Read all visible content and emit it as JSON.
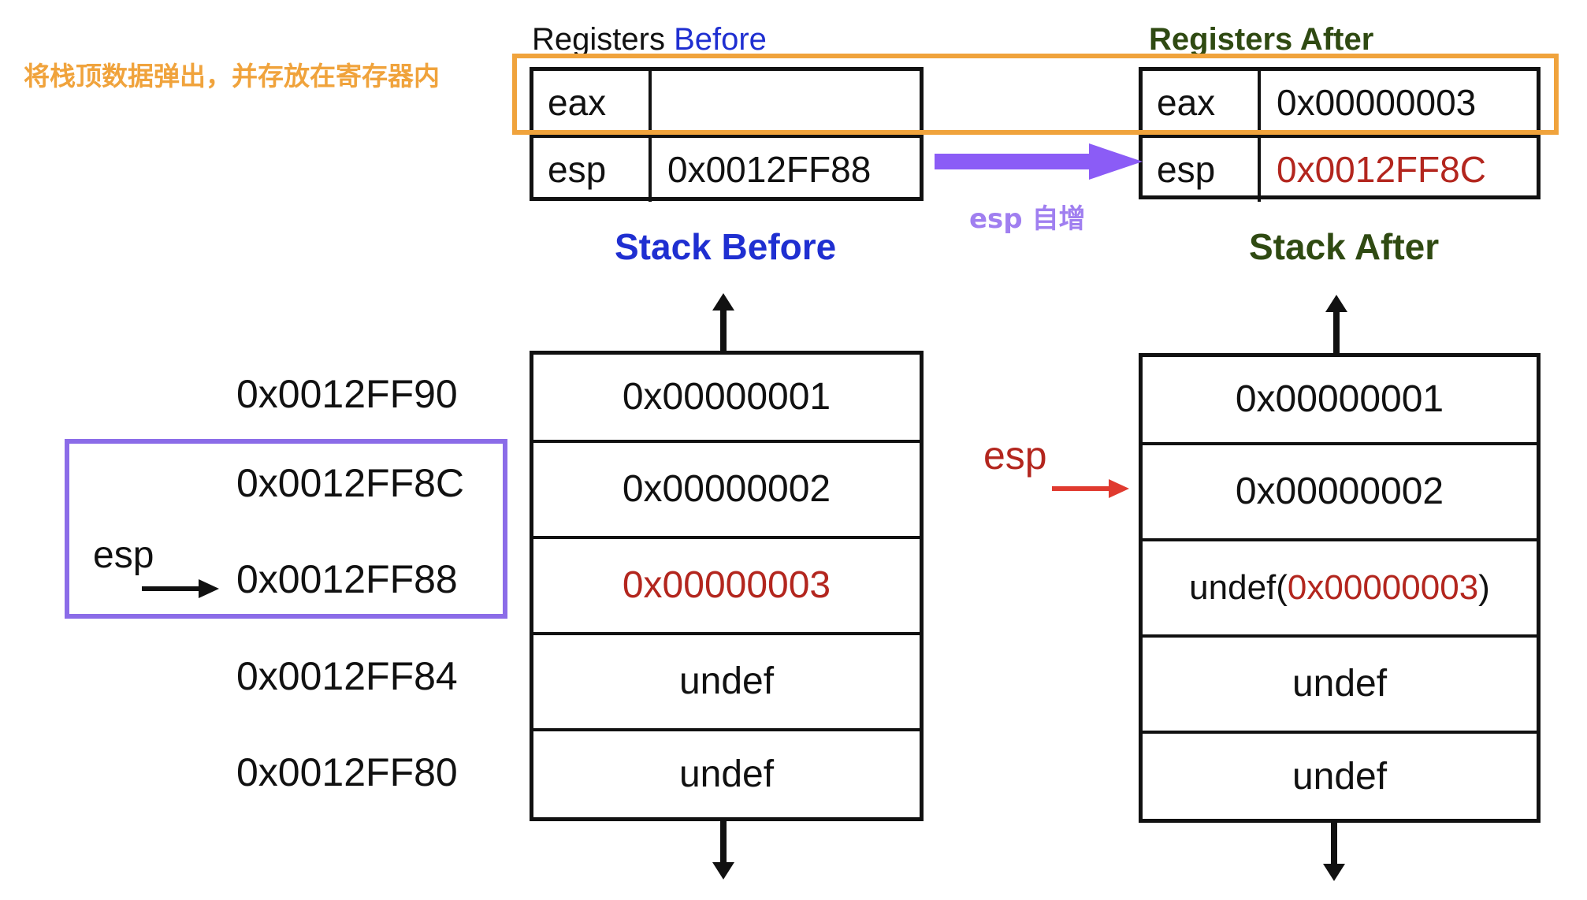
{
  "annotations": {
    "pop_note": "将栈顶数据弹出，并存放在寄存器内",
    "esp_increment": "esp 自增"
  },
  "registers_before": {
    "title_prefix": "Registers ",
    "title_suffix": "Before",
    "rows": [
      {
        "name": "eax",
        "value": ""
      },
      {
        "name": "esp",
        "value": "0x0012FF88"
      }
    ]
  },
  "registers_after": {
    "title": "Registers After",
    "rows": [
      {
        "name": "eax",
        "value": "0x00000003"
      },
      {
        "name": "esp",
        "value": "0x0012FF8C"
      }
    ]
  },
  "stack_before": {
    "title": "Stack Before",
    "cells": [
      "0x00000001",
      "0x00000002",
      "0x00000003",
      "undef",
      "undef"
    ]
  },
  "stack_after": {
    "title": "Stack After",
    "cells": [
      "0x00000001",
      "0x00000002",
      "undef(",
      "undef",
      "undef"
    ],
    "popped_value": "0x00000003",
    "popped_suffix": ")"
  },
  "addresses": [
    "0x0012FF90",
    "0x0012FF8C",
    "0x0012FF88",
    "0x0012FF84",
    "0x0012FF80"
  ],
  "esp_label_before": "esp",
  "esp_label_after": "esp",
  "colors": {
    "highlight_orange": "#f0a33c",
    "highlight_purple": "#8b6ce8",
    "before_blue": "#1f2fd1",
    "after_green": "#2f4a12",
    "changed_red": "#b3261e",
    "arrow_red": "#e03a2f",
    "arrow_purple": "#8b5cf6"
  }
}
